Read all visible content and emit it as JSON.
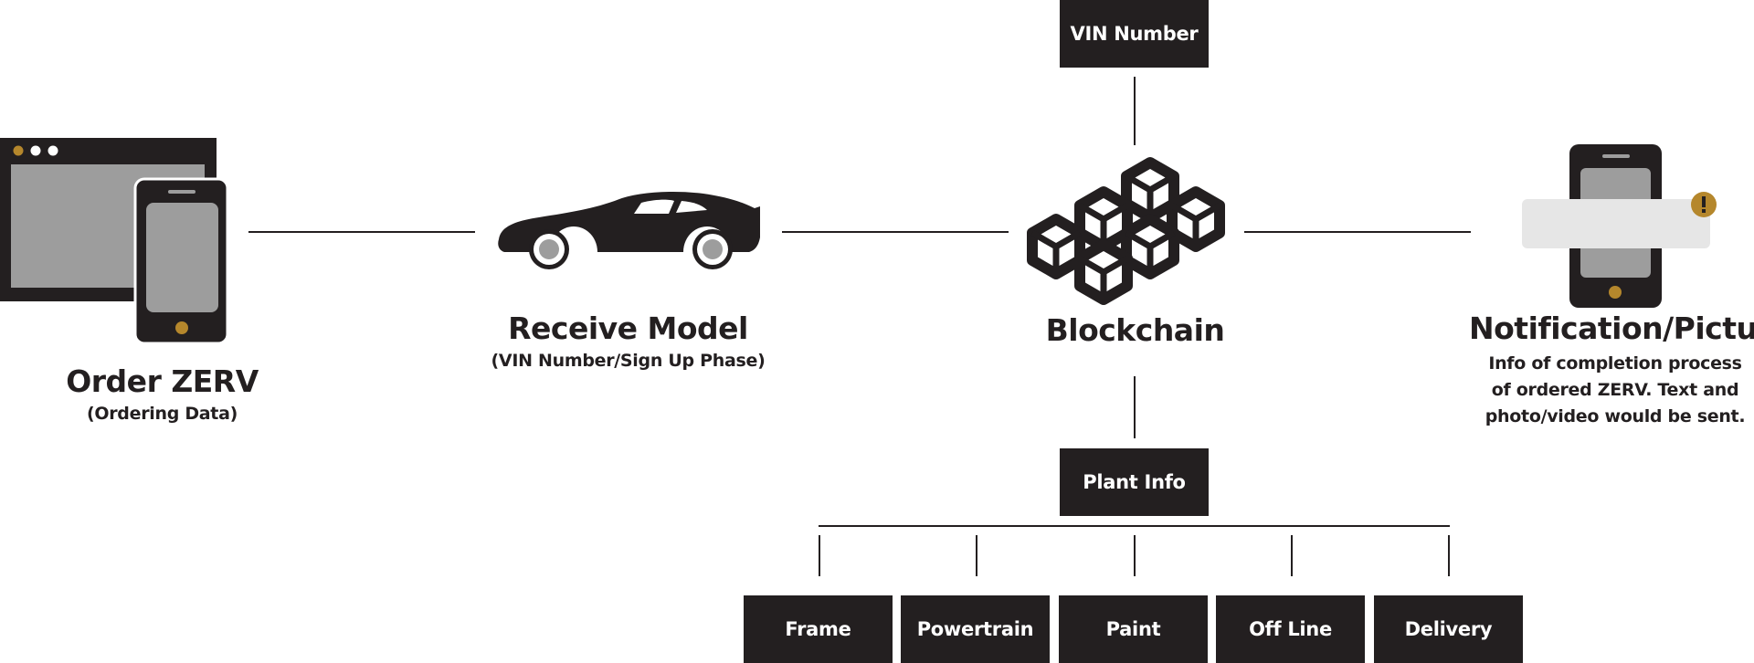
{
  "stages": {
    "order": {
      "title": "Order ZERV",
      "subtitle": "(Ordering Data)"
    },
    "receive": {
      "title": "Receive Model",
      "subtitle": "(VIN Number/Sign Up Phase)"
    },
    "blockchain": {
      "title": "Blockchain"
    },
    "notification": {
      "title": "Notification/Picture",
      "description": "Info of completion process of ordered ZERV. Text and photo/video would be sent."
    }
  },
  "boxes": {
    "vin": "VIN Number",
    "plant": "Plant Info",
    "steps": [
      "Frame",
      "Powertrain",
      "Paint",
      "Off Line",
      "Delivery"
    ]
  },
  "colors": {
    "ink": "#231f20",
    "accent": "#b5872c",
    "screen": "#9d9d9d",
    "notification": "#e6e6e6"
  },
  "icons": [
    "browser-window-icon",
    "smartphone-icon",
    "sports-car-icon",
    "blockchain-cubes-icon",
    "notification-phone-icon",
    "alert-icon"
  ]
}
